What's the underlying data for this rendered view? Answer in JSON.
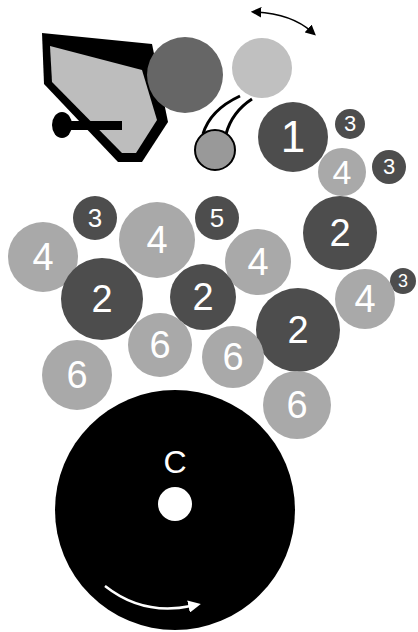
{
  "diagram": {
    "nodes": [
      {
        "text": [
          "1"
        ]
      },
      {
        "text": [
          "3"
        ]
      },
      {
        "text": [
          "4"
        ]
      },
      {
        "text": [
          "3"
        ]
      },
      {
        "text": [
          "3"
        ]
      },
      {
        "text": [
          "5"
        ]
      },
      {
        "text": [
          "4"
        ]
      },
      {
        "text": [
          "2"
        ]
      },
      {
        "text": [
          "4"
        ]
      },
      {
        "text": [
          "4"
        ]
      },
      {
        "text": [
          "3"
        ]
      },
      {
        "text": [
          "2"
        ]
      },
      {
        "text": [
          "2"
        ]
      },
      {
        "text": [
          "4"
        ]
      },
      {
        "text": [
          "2"
        ]
      },
      {
        "text": [
          "6"
        ]
      },
      {
        "text": [
          "6"
        ]
      },
      {
        "text": [
          "6"
        ]
      },
      {
        "text": [
          "6"
        ]
      },
      {
        "text": [
          "C"
        ]
      }
    ]
  }
}
